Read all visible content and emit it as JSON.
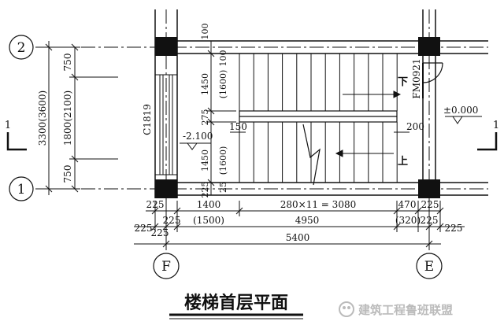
{
  "title": "楼梯首层平面",
  "watermark": "建筑工程鲁班联盟",
  "axes": {
    "axis_2": "2",
    "axis_1": "1",
    "axis_f": "F",
    "axis_e": "E"
  },
  "section_marks": {
    "left": "1",
    "right": "1"
  },
  "left_dims": {
    "total": "3300(3600)",
    "middle": "1800(2100)",
    "top": "750",
    "bottom": "750"
  },
  "inner_dims": {
    "top_100": "100",
    "upper_100": "100",
    "flight_top": "1450",
    "flight_top_alt": "(1600)",
    "landing": "275",
    "flight_bottom": "1450",
    "flight_bottom_alt": "(1600)",
    "bottom_225": "225",
    "bottom_25": "25",
    "gap_150": "150",
    "gap_200": "200"
  },
  "labels": {
    "window": "C1819",
    "door": "FM0921",
    "level_ground": "±0.000",
    "level_pit": "-2.100",
    "down": "下",
    "up": "上"
  },
  "bottom_dims": {
    "row1": [
      "225",
      "1400",
      "280×11 = 3080",
      "470",
      "225"
    ],
    "row2": [
      "225",
      "(1500)",
      "4950",
      "(320)",
      "225"
    ],
    "row3": [
      "225",
      "225",
      "225"
    ],
    "total": "5400"
  }
}
